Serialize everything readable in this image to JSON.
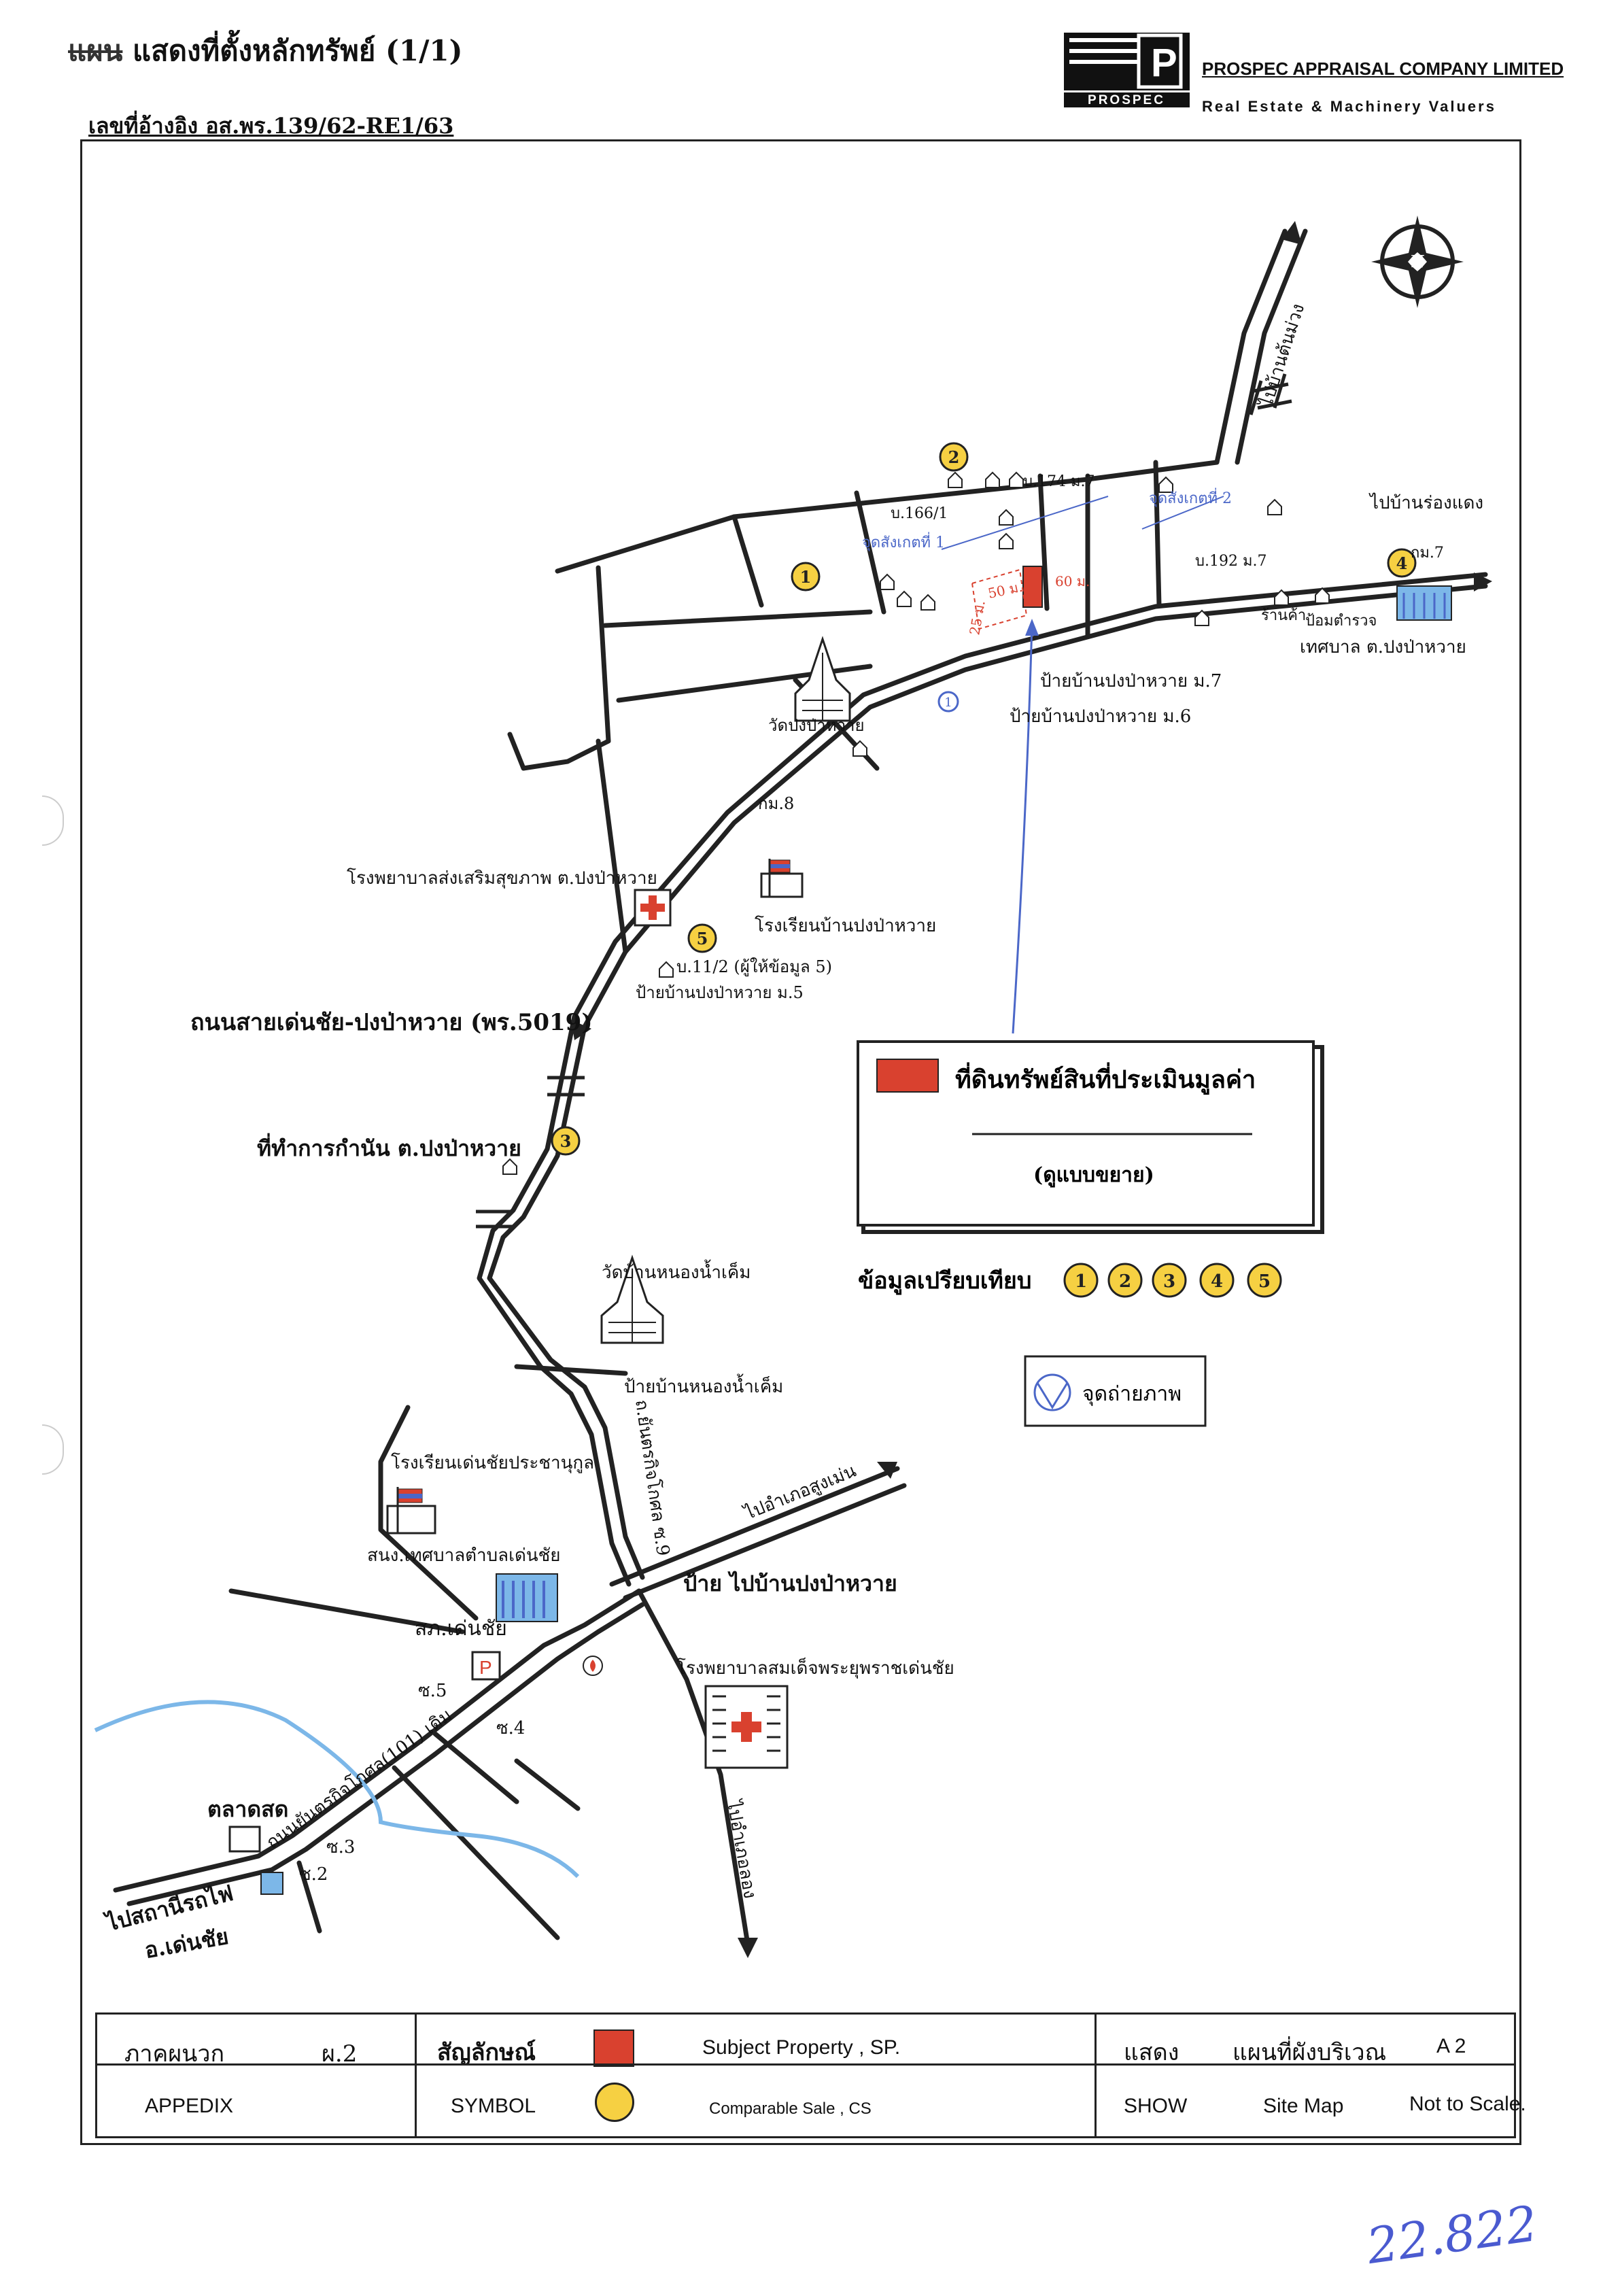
{
  "header": {
    "title_prefix": "แผน",
    "title": "แสดงที่ตั้งหลักทรัพย์ (1/1)",
    "reference": "เลขที่อ้างอิง อส.พร.139/62-RE1/63",
    "company_logo_text": "PROSPEC",
    "company_name": "PROSPEC APPRAISAL COMPANY LIMITED",
    "company_tagline": "Real Estate & Machinery Valuers"
  },
  "map": {
    "north_label": "N",
    "labels": {
      "to_ban_ton_muang": "ไปบ้านต้นม่วง",
      "to_ban_rong_daeng": "ไปบ้านร่องแดง",
      "km7": "กม.7",
      "house_174": "บ.174 ม.7",
      "house_166": "บ.166/1",
      "house_192": "บ.192 ม.7",
      "point1": "จุดสังเกตที่ 1",
      "point2": "จุดสังเกตที่ 2",
      "shop": "ร้านค้า",
      "police_box": "ป้อมตำรวจ",
      "municipality": "เทศบาล ต.ปงป่าหวาย",
      "dim_50": "50 ม.",
      "dim_60": "60 ม.",
      "dim_25": "25 ม.",
      "sign_m7": "ป้ายบ้านปงป่าหวาย ม.7",
      "sign_m6": "ป้ายบ้านปงป่าหวาย ม.6",
      "temple_pong": "วัดปงป่าหวาย",
      "km8": "กม.8",
      "hospital_tambon": "โรงพยาบาลส่งเสริมสุขภาพ ต.ปงป่าหวาย",
      "school_pong": "โรงเรียนบ้านปงป่าหวาย",
      "house_11_2": "บ.11/2 (ผู้ให้ข้อมูล 5)",
      "sign_m5": "ป้ายบ้านปงป่าหวาย ม.5",
      "road_main": "ถนนสายเด่นชัย-ปงป่าหวาย (พร.5019)",
      "kamnan_office": "ที่ทำการกำนัน ต.ปงป่าหวาย",
      "temple_nong": "วัดบ้านหนองน้ำเค็ม",
      "sign_nong": "ป้ายบ้านหนองน้ำเค็ม",
      "thanon_chantakit_9": "ถ.ยันตรกิจโกศล ซ.9",
      "school_den_chai": "โรงเรียนเด่นชัยประชานุกูล",
      "municipal_office": "สนง.เทศบาลตำบลเด่นชัย",
      "to_sung_men": "ไปอำเภอสูงเม่น",
      "sign_to_pong": "ป้าย ไปบ้านปงป่าหวาย",
      "police_station": "สภ.เด่นชัย",
      "hospital_main": "โรงพยาบาลสมเด็จพระยุพราชเด่นชัย",
      "soi5": "ซ.5",
      "soi4": "ซ.4",
      "soi3": "ซ.3",
      "soi2": "ซ.2",
      "market": "ตลาดสด",
      "road_101": "ถนนยันตรกิจโกศล(101) เดิม",
      "to_station": "ไปสถานีรถไฟ",
      "amphoe_den_chai": "อ.เด่นชัย",
      "to_long": "ไปอำเภอลอง"
    },
    "comparables_label": "ข้อมูลเปรียบเทียบ",
    "comparable_numbers": [
      "1",
      "2",
      "3",
      "4",
      "5"
    ],
    "photo_point_label": "จุดถ่ายภาพ",
    "photo_point_number": "1",
    "legend_box": {
      "subject_label": "ที่ดินทรัพย์สินที่ประเมินมูลค่า",
      "expand_note": "(ดูแบบขยาย)"
    },
    "colors": {
      "subject": "#d9412f",
      "comparable": "#f6d042",
      "river": "#7cb7e8",
      "photo_point": "#4b67c8",
      "road": "#222222"
    }
  },
  "footer": {
    "appendix_th": "ภาคผนวก",
    "appendix_en": "APPEDIX",
    "appendix_value": "ผ.2",
    "symbol_th": "สัญลักษณ์",
    "symbol_en": "SYMBOL",
    "subject_en": "Subject   Property , SP.",
    "comparable_en": "Comparable Sale , CS",
    "show_th": "แสดง",
    "show_en": "SHOW",
    "sitemap_th": "แผนที่ผังบริเวณ",
    "sitemap_en": "Site Map",
    "sheet": "A 2",
    "scale": "Not to Scale."
  },
  "handwritten_note": "22.822"
}
